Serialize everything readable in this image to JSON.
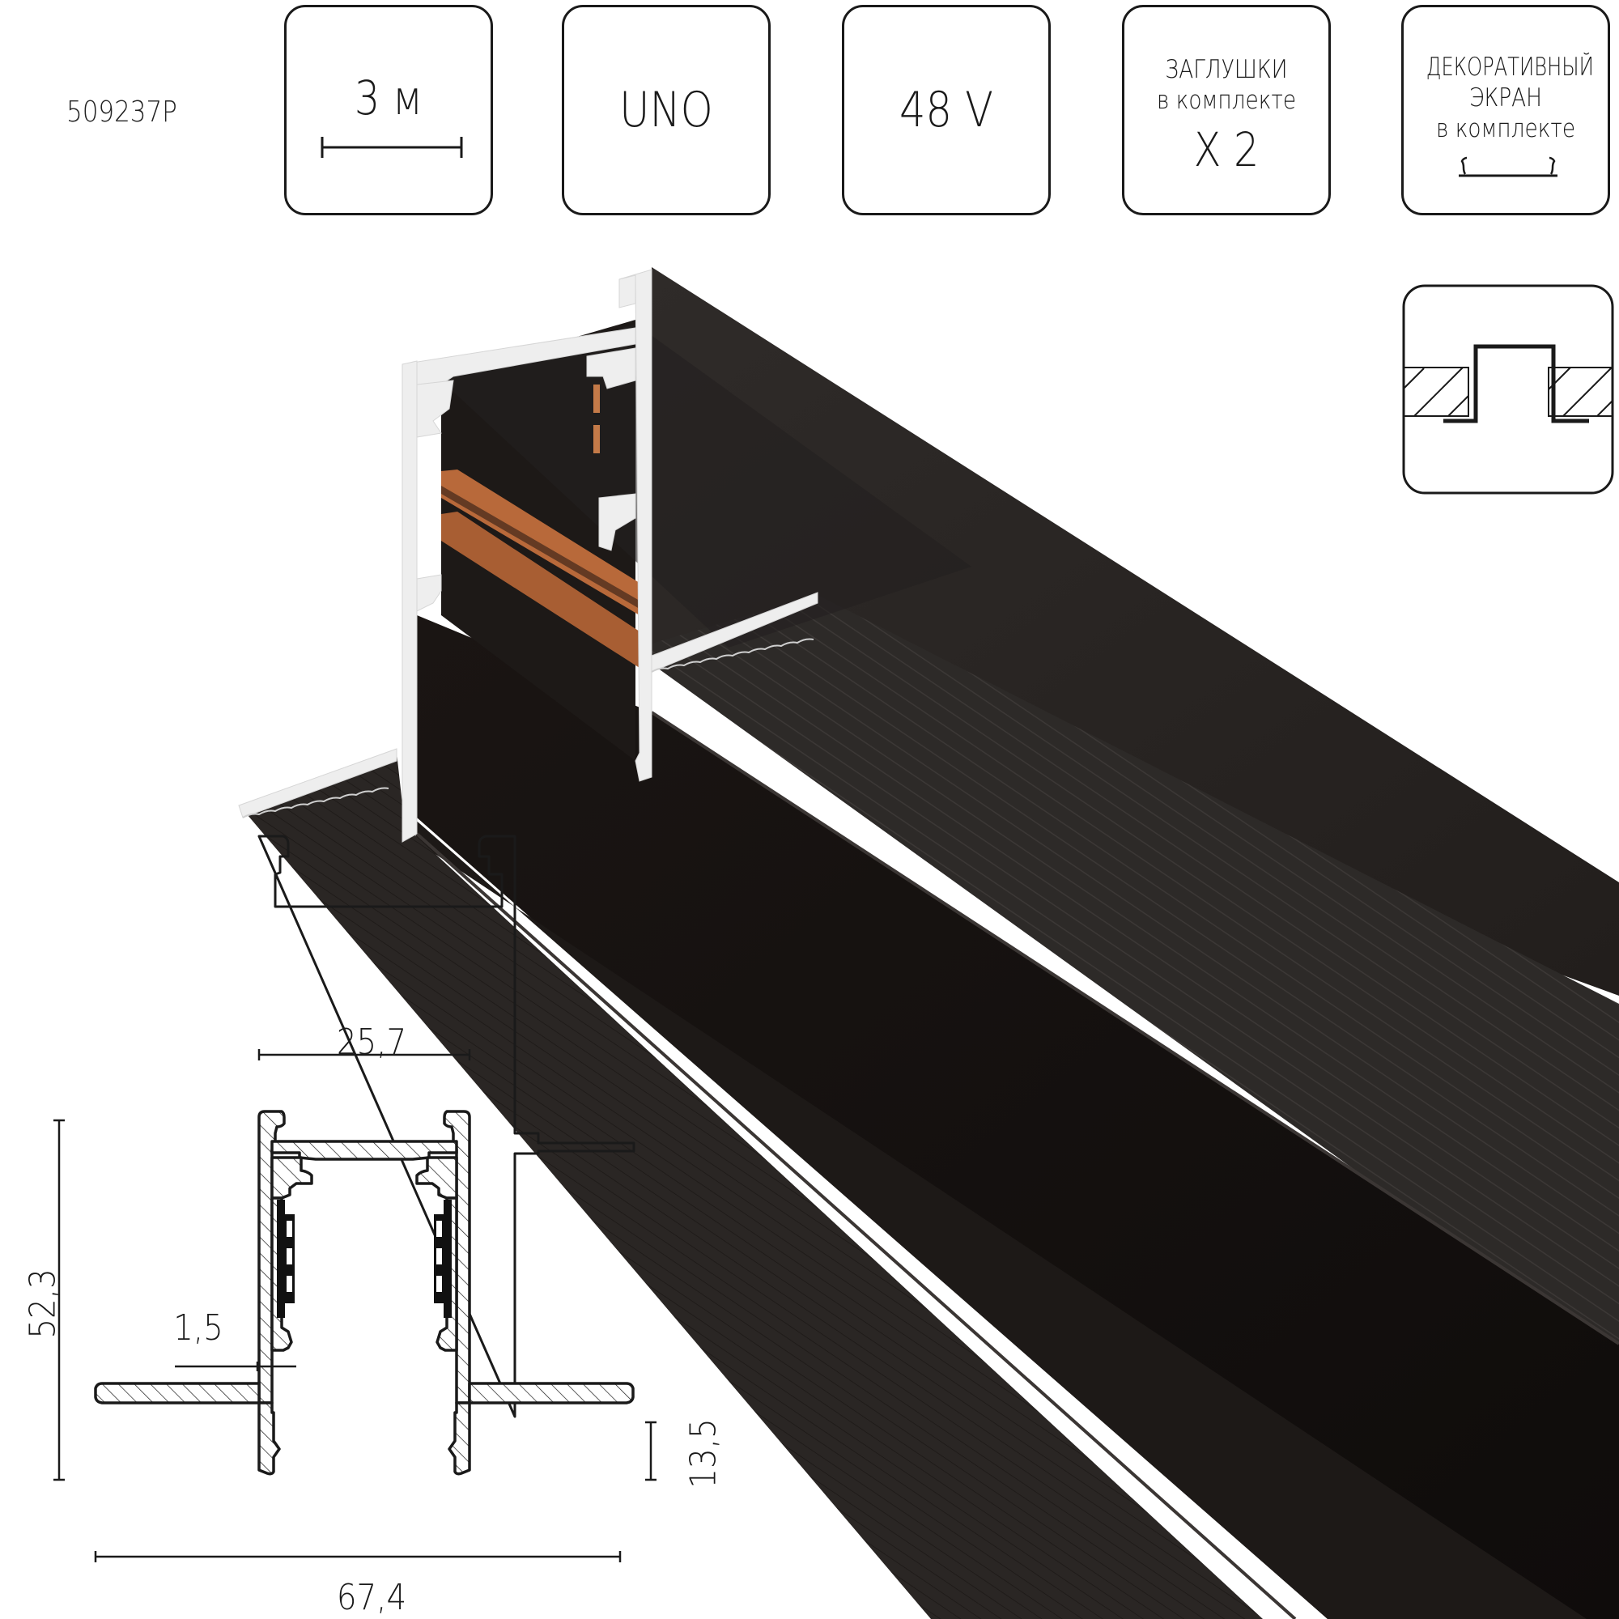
{
  "header": {
    "article_number": "509237P"
  },
  "badges": [
    {
      "id": "length",
      "value": "3 м",
      "icon": "length-measure-icon"
    },
    {
      "id": "series",
      "value": "UNO"
    },
    {
      "id": "voltage",
      "value": "48 V"
    },
    {
      "id": "end-caps",
      "line1": "ЗАГЛУШКИ",
      "line2": "в комплекте",
      "value": "X 2"
    },
    {
      "id": "decorative-screen",
      "line1": "ДЕКОРАТИВНЫЙ",
      "line2": "ЭКРАН",
      "line3": "в комплекте",
      "icon": "screen-profile-icon"
    }
  ],
  "mounting": {
    "icon": "recessed-mount-icon",
    "type": "recessed"
  },
  "render": {
    "profile_color": "#2b2826",
    "profile_dark": "#161210",
    "cut_face_color": "#eeeeee",
    "conductor_color": "#b8693a"
  },
  "drawing": {
    "dimensions": {
      "inner_width": "25,7",
      "total_height": "52,3",
      "wall_thickness": "1,5",
      "flange_depth": "13,5",
      "total_width": "67,4"
    },
    "line_color": "#1a1a1a"
  }
}
